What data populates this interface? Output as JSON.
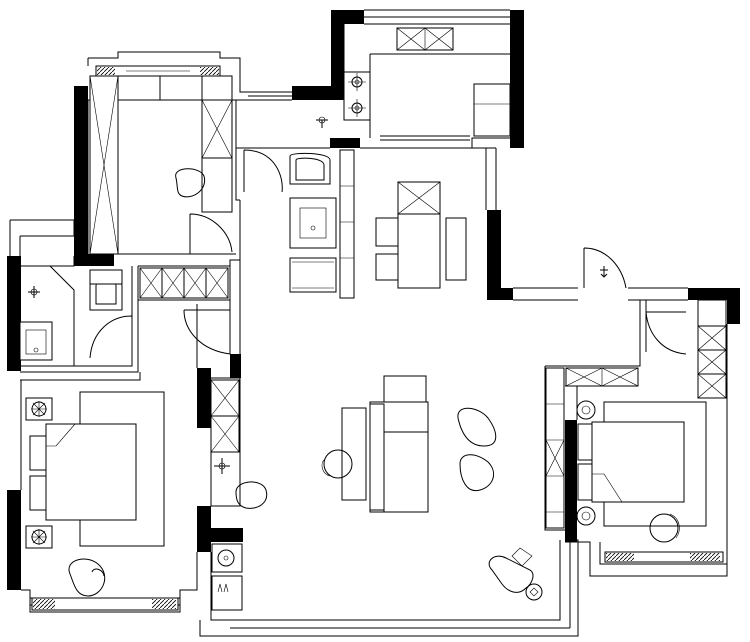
{
  "drawing": {
    "type": "architectural-floor-plan",
    "style": "black-and-white line drawing",
    "colors": {
      "ink": "#000000",
      "paper": "#ffffff"
    },
    "text_labels": [],
    "rooms": [
      "master-bedroom",
      "second-bedroom",
      "third-bedroom",
      "kitchen",
      "dining-area",
      "living-room",
      "bathroom-1",
      "bathroom-2",
      "balcony"
    ]
  }
}
